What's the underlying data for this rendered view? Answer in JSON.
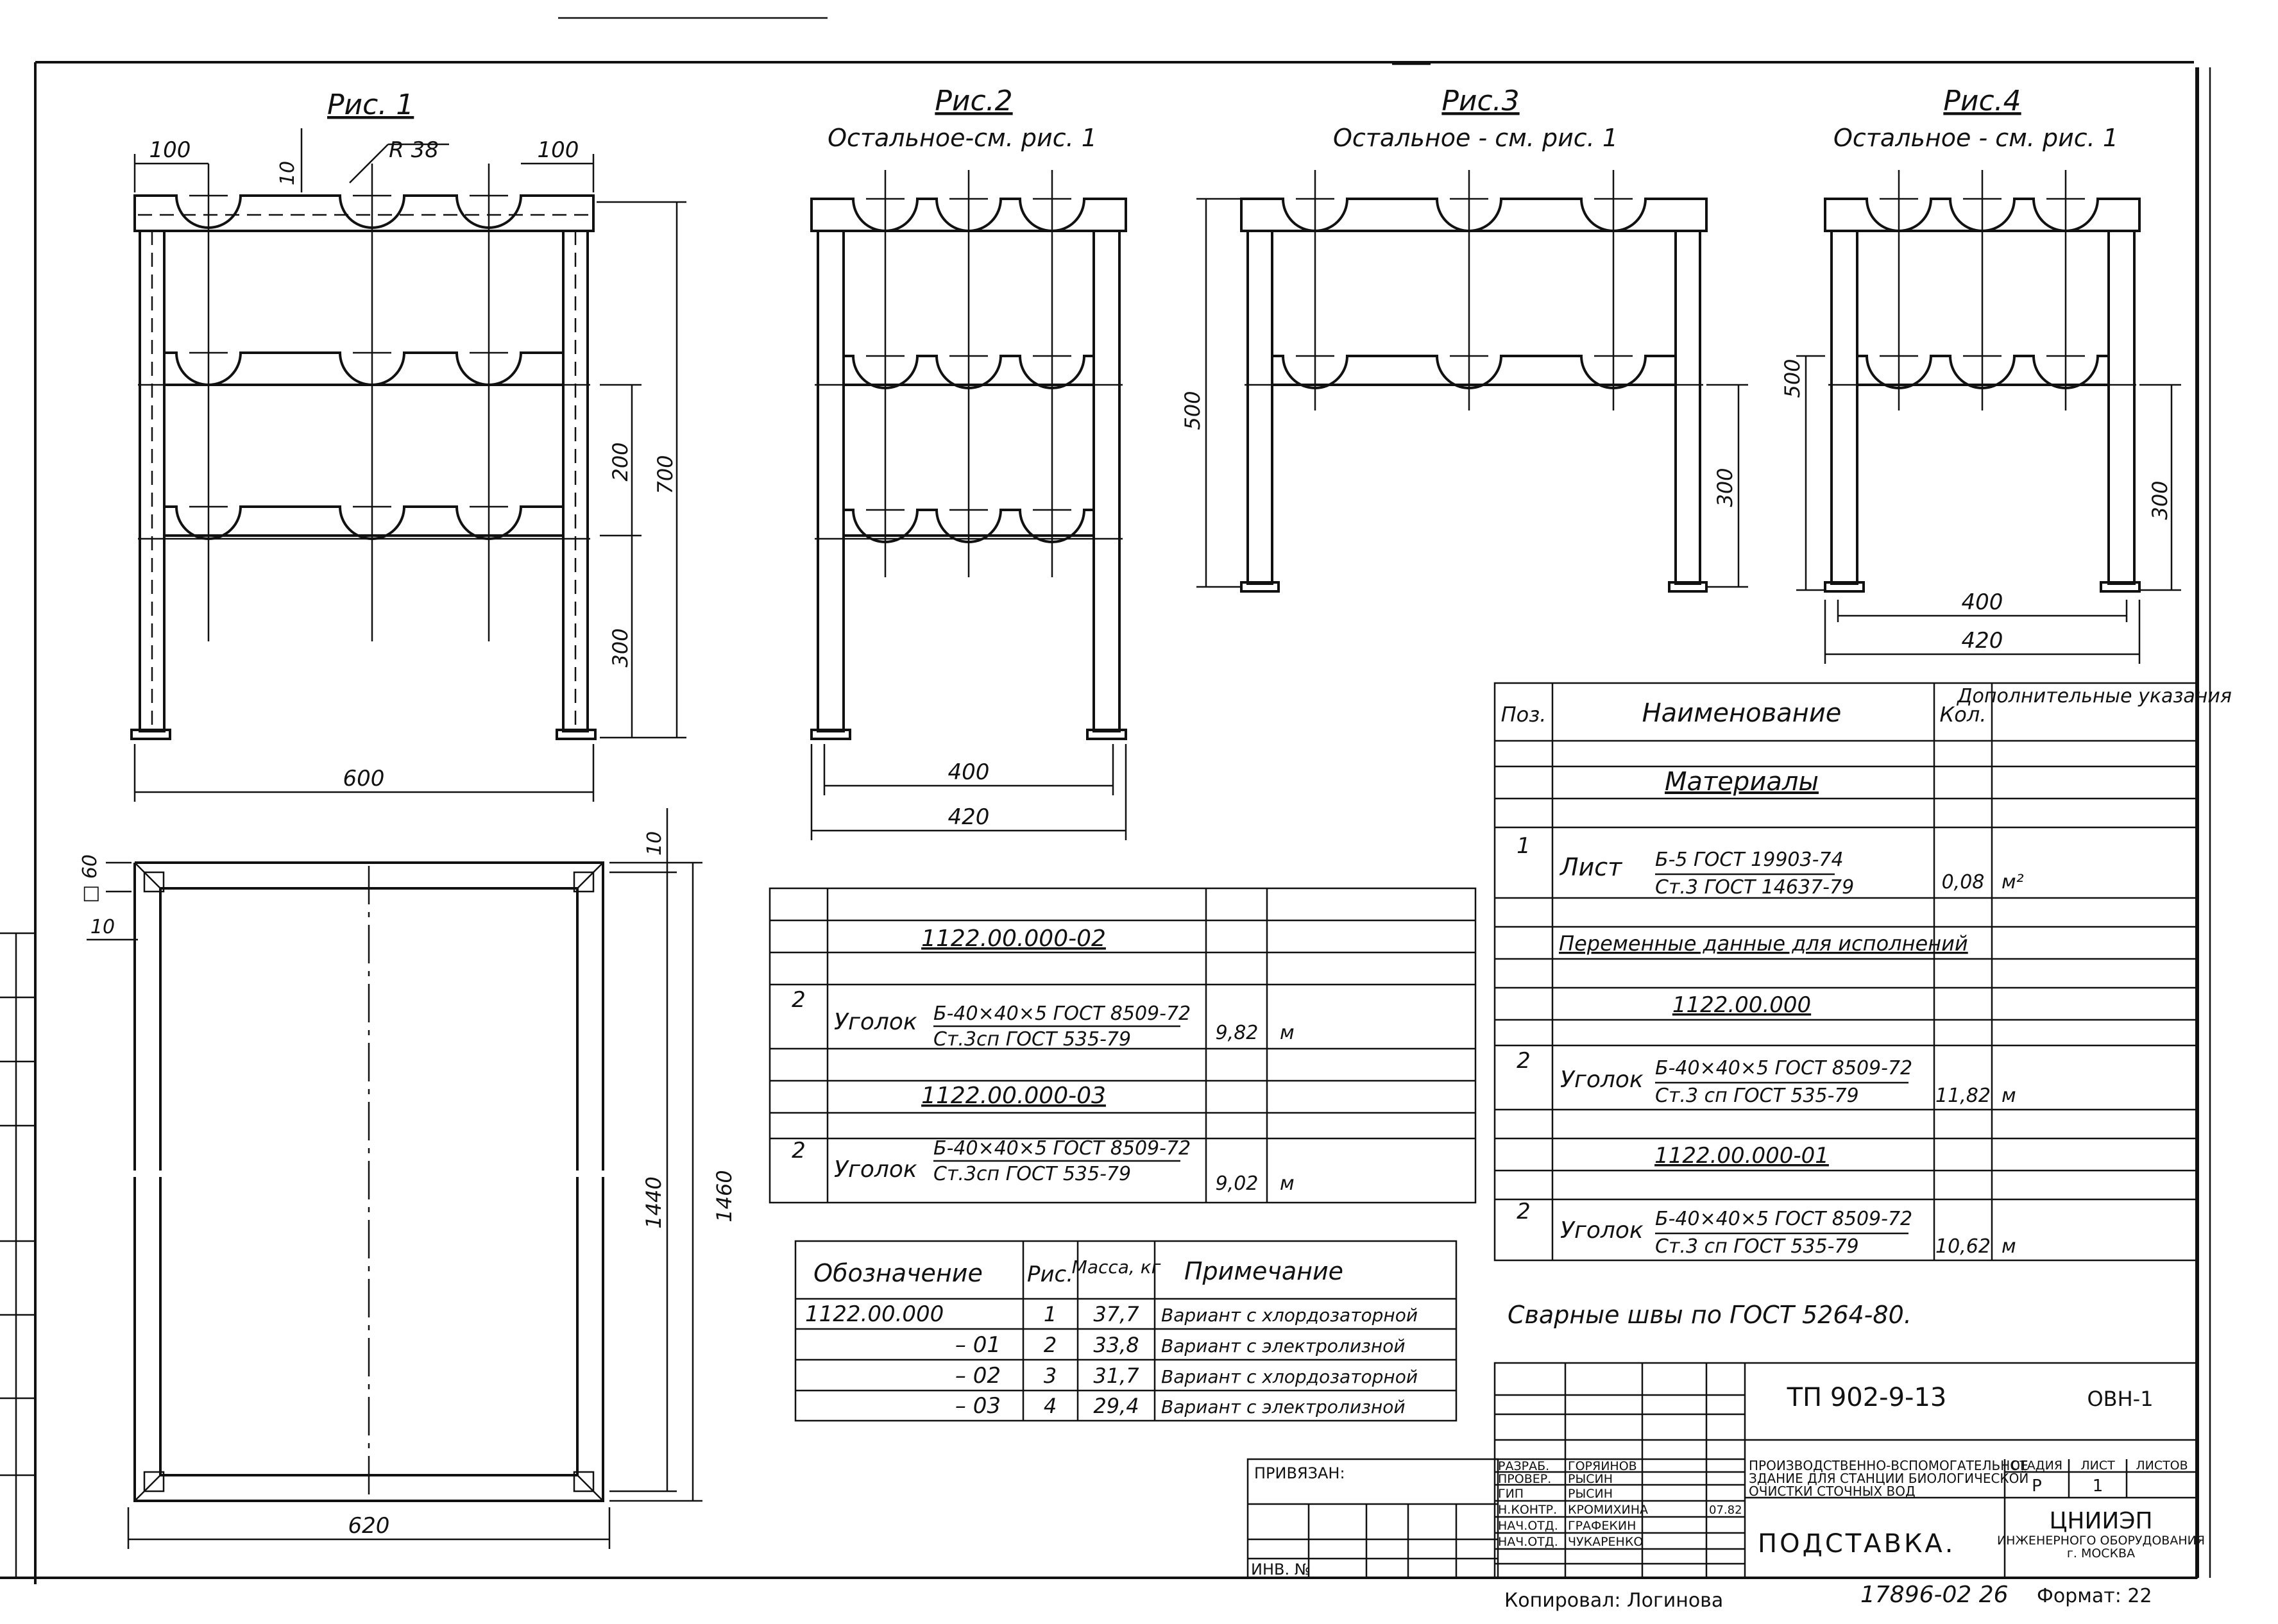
{
  "figures": {
    "fig1": {
      "title": "Рис. 1",
      "dim_left": "100",
      "dim_right": "100",
      "dim_radius": "R 38",
      "dim_gap": "10",
      "dim_200": "200",
      "dim_700": "700",
      "dim_300": "300",
      "dim_600": "600"
    },
    "fig2": {
      "title": "Рис.2",
      "subtitle": "Остальное-см. рис. 1",
      "dim_400": "400",
      "dim_420": "420"
    },
    "fig3": {
      "title": "Рис.3",
      "subtitle": "Остальное - см. рис. 1",
      "dim_500": "500",
      "dim_300": "300"
    },
    "fig4": {
      "title": "Рис.4",
      "subtitle": "Остальное - см. рис. 1",
      "dim_500": "500",
      "dim_300": "300",
      "dim_400": "400",
      "dim_420": "420"
    },
    "plan": {
      "dim_60": "□ 60",
      "dim_10a": "10",
      "dim_10b": "10",
      "dim_1440": "1440",
      "dim_1460": "1460",
      "dim_620": "620"
    }
  },
  "variable_table": {
    "rows": [
      {
        "pos": "",
        "name": "1122.00.000-02",
        "qty": "",
        "unit": ""
      },
      {
        "pos": "2",
        "name": "Уголок",
        "spec_top": "Б-40×40×5 ГОСТ 8509-72",
        "spec_bottom": "Ст.3сп ГОСТ 535-79",
        "qty": "9,82",
        "unit": "м"
      },
      {
        "pos": "",
        "name": "1122.00.000-03",
        "qty": "",
        "unit": ""
      },
      {
        "pos": "2",
        "name": "Уголок",
        "spec_top": "Б-40×40×5 ГОСТ 8509-72",
        "spec_bottom": "Ст.3сп ГОСТ 535-79",
        "qty": "9,02",
        "unit": "м"
      }
    ]
  },
  "variants_table": {
    "headers": {
      "designation": "Обозначение",
      "fig": "Рис.",
      "mass": "Масса, кг",
      "note": "Примечание"
    },
    "rows": [
      {
        "designation": "1122.00.000",
        "fig": "1",
        "mass": "37,7",
        "note": "Вариант с хлордозаторной"
      },
      {
        "designation": "– 01",
        "fig": "2",
        "mass": "33,8",
        "note": "Вариант с электролизной"
      },
      {
        "designation": "– 02",
        "fig": "3",
        "mass": "31,7",
        "note": "Вариант с хлордозаторной"
      },
      {
        "designation": "– 03",
        "fig": "4",
        "mass": "29,4",
        "note": "Вариант с электролизной"
      }
    ]
  },
  "spec_table": {
    "headers": {
      "pos": "Поз.",
      "name": "Наименование",
      "qty": "Кол.",
      "note": "Дополнительные указания"
    },
    "materials": "Материалы",
    "item1": {
      "pos": "1",
      "name": "Лист",
      "spec_top": "Б-5 ГОСТ 19903-74",
      "spec_bottom": "Ст.3 ГОСТ 14637-79",
      "qty": "0,08",
      "unit": "м²"
    },
    "variable_title": "Переменные данные для исполнений",
    "variant_a": "1122.00.000",
    "item2a": {
      "pos": "2",
      "name": "Уголок",
      "spec_top": "Б-40×40×5 ГОСТ 8509-72",
      "spec_bottom": "Ст.3 сп ГОСТ 535-79",
      "qty": "11,82",
      "unit": "м"
    },
    "variant_b": "1122.00.000-01",
    "item2b": {
      "pos": "2",
      "name": "Уголок",
      "spec_top": "Б-40×40×5 ГОСТ 8509-72",
      "spec_bottom": "Ст.3 сп ГОСТ 535-79",
      "qty": "10,62",
      "unit": "м"
    }
  },
  "weld_note": "Сварные швы по ГОСТ 5264-80.",
  "title_block": {
    "doc_number": "ТП 902-9-13",
    "sheet_code": "ОВН-1",
    "project_line1": "ПРОИЗВОДСТВЕННО-ВСПОМОГАТЕЛЬНОЕ",
    "project_line2": "ЗДАНИЕ ДЛЯ СТАНЦИИ БИОЛОГИЧЕСКОЙ",
    "project_line3": "ОЧИСТКИ СТОЧНЫХ ВОД",
    "drawing_name": "ПОДСТАВКА.",
    "stage_label": "СТАДИЯ",
    "sheet_label": "ЛИСТ",
    "sheets_label": "ЛИСТОВ",
    "stage_value": "Р",
    "sheet_value": "1",
    "org_line1": "ЦНИИЭП",
    "org_line2": "ИНЖЕНЕРНОГО ОБОРУДОВАНИЯ",
    "org_line3": "г. МОСКВА",
    "bound_label": "ПРИВЯЗАН:",
    "inv_label": "ИНВ. №",
    "date": "07.82",
    "people": [
      {
        "role": "РАЗРАБ.",
        "name": "ГОРЯИНОВ"
      },
      {
        "role": "ПРОВЕР.",
        "name": "РЫСИН"
      },
      {
        "role": "ГИП",
        "name": "РЫСИН"
      },
      {
        "role": "Н.КОНТР.",
        "name": "КРОМИХИНА"
      },
      {
        "role": "НАЧ.ОТД.",
        "name": "ГРАФЕКИН"
      },
      {
        "role": "НАЧ.ОТД.",
        "name": "ЧУКАРЕНКО"
      }
    ]
  },
  "footer": {
    "copied_by": "Копировал: Логинова",
    "archive_number": "17896-02 26",
    "format": "Формат: 22"
  }
}
